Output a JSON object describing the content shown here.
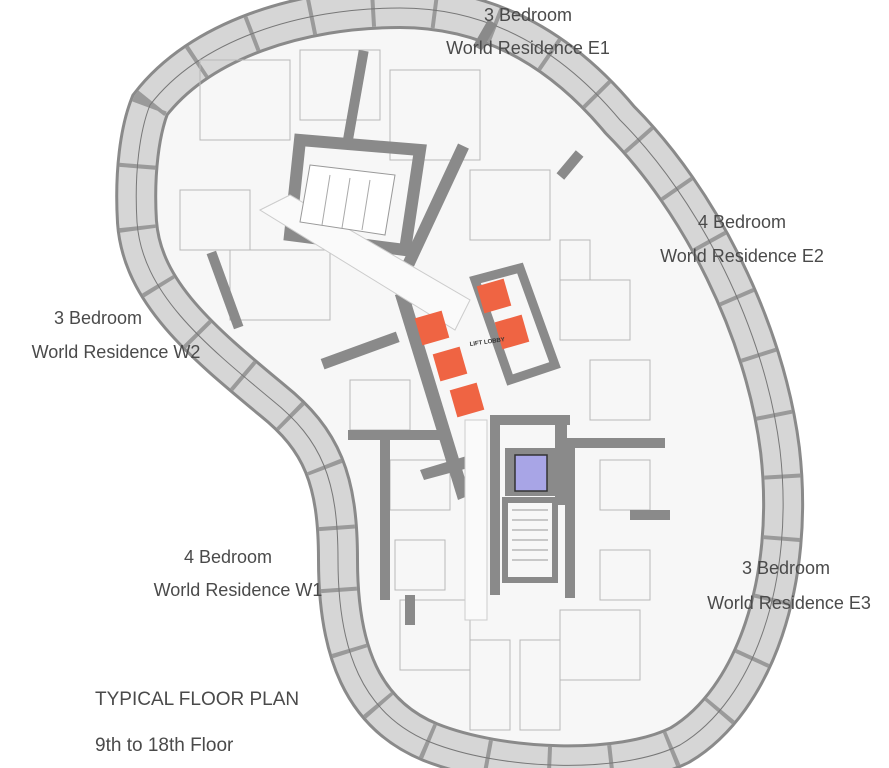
{
  "units": [
    {
      "type": "3 Bedroom",
      "name": "World Residence E1"
    },
    {
      "type": "4 Bedroom",
      "name": "World Residence E2"
    },
    {
      "type": "3 Bedroom",
      "name": "World Residence W2"
    },
    {
      "type": "4 Bedroom",
      "name": "World Residence W1"
    },
    {
      "type": "3 Bedroom",
      "name": "World Residence E3"
    }
  ],
  "plan": {
    "title": "TYPICAL FLOOR PLAN",
    "floors": "9th to 18th Floor",
    "lift_lobby": "LIFT LOBBY"
  },
  "colors": {
    "lift": "#ef6443",
    "stair_core": "#a8a5e6",
    "wall": "#8a8a8a",
    "facade": "#cfcfcf"
  }
}
